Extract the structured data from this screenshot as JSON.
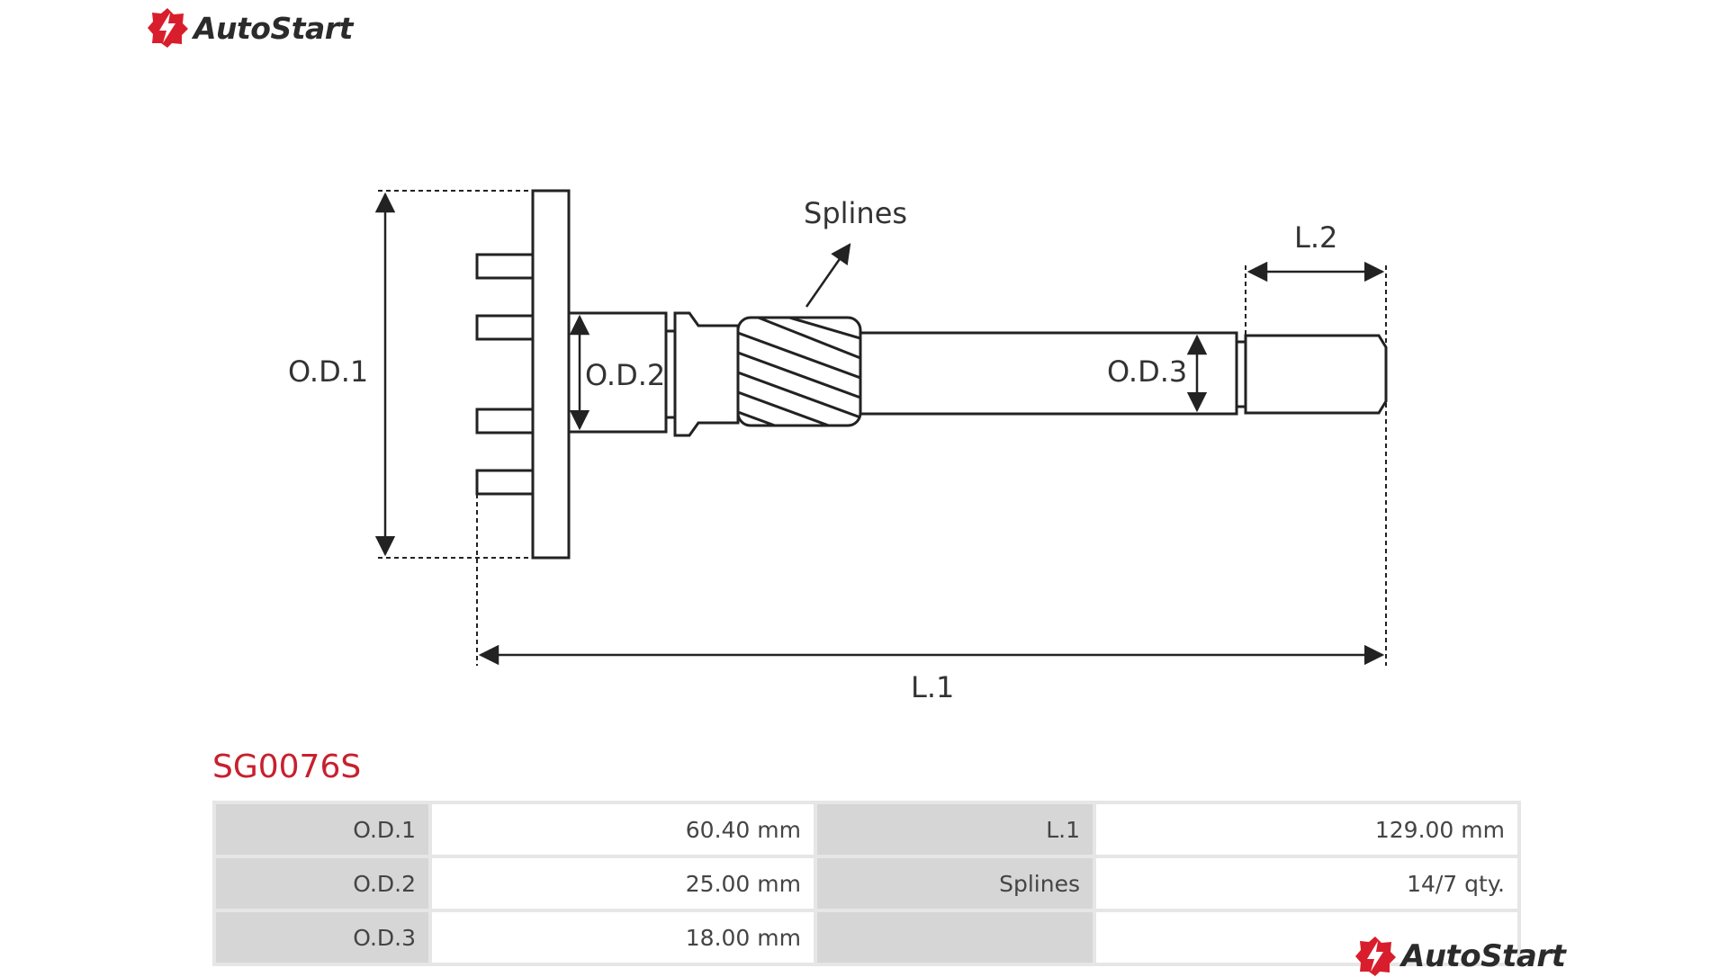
{
  "brand": {
    "name": "AutoStart",
    "accent_color": "#d81e2c"
  },
  "diagram": {
    "labels": {
      "od1": "O.D.1",
      "od2": "O.D.2",
      "od3": "O.D.3",
      "splines": "Splines",
      "l1": "L.1",
      "l2": "L.2"
    }
  },
  "part": {
    "code": "SG0076S"
  },
  "specs": {
    "rows": [
      {
        "k1": "O.D.1",
        "v1": "60.40 mm",
        "k2": "L.1",
        "v2": "129.00 mm"
      },
      {
        "k1": "O.D.2",
        "v1": "25.00 mm",
        "k2": "Splines",
        "v2": "14/7 qty."
      },
      {
        "k1": "O.D.3",
        "v1": "18.00 mm",
        "k2": "",
        "v2": ""
      }
    ]
  }
}
